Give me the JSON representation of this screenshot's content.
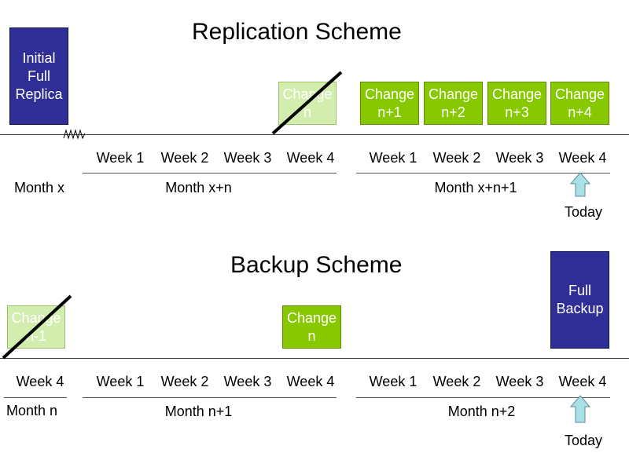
{
  "replication": {
    "title": "Replication Scheme",
    "initial": [
      "Initial",
      "Full",
      "Replica"
    ],
    "changes": [
      {
        "l1": "Change",
        "l2": "n"
      },
      {
        "l1": "Change",
        "l2": "n+1"
      },
      {
        "l1": "Change",
        "l2": "n+2"
      },
      {
        "l1": "Change",
        "l2": "n+3"
      },
      {
        "l1": "Change",
        "l2": "n+4"
      }
    ],
    "weeks_left": [
      "Week 1",
      "Week 2",
      "Week 3",
      "Week 4"
    ],
    "weeks_right": [
      "Week 1",
      "Week 2",
      "Week 3",
      "Week 4"
    ],
    "month_x": "Month x",
    "month_mid": "Month x+n",
    "month_right": "Month x+n+1",
    "today": "Today"
  },
  "backup": {
    "title": "Backup Scheme",
    "changes": [
      {
        "l1": "Change",
        "l2": "n-1"
      },
      {
        "l1": "Change",
        "l2": "n"
      }
    ],
    "full": [
      "Full",
      "Backup"
    ],
    "week_first": "Week 4",
    "weeks_left": [
      "Week 1",
      "Week 2",
      "Week 3",
      "Week 4"
    ],
    "weeks_right": [
      "Week 1",
      "Week 2",
      "Week 3",
      "Week 4"
    ],
    "month_first": "Month n",
    "month_mid": "Month n+1",
    "month_right": "Month n+2",
    "today": "Today"
  },
  "colors": {
    "green": "#88C800",
    "faded_green": "#D3EDAE",
    "blue": "#2E2E96",
    "arrow": "#A9E0E6"
  }
}
